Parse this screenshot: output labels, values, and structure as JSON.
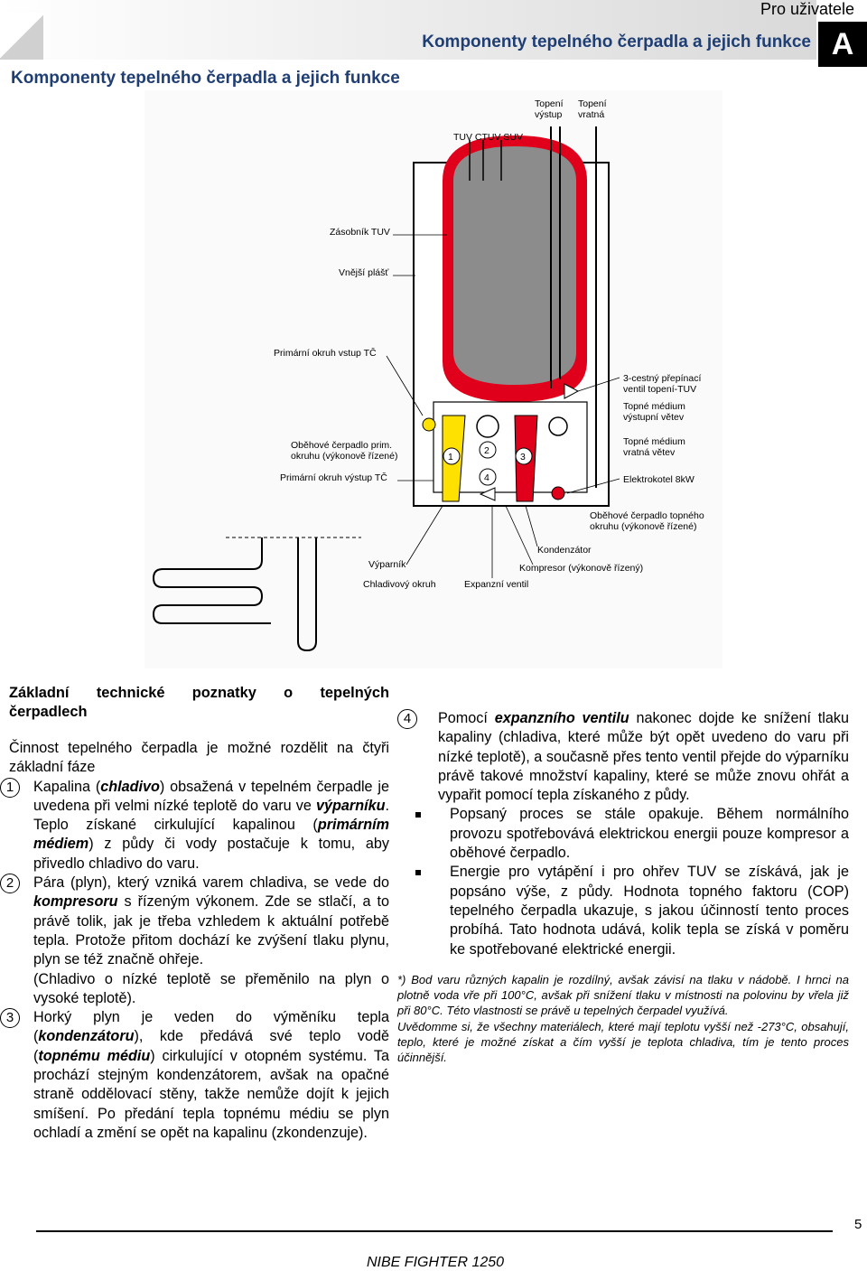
{
  "header": {
    "user_label": "Pro uživatele",
    "title_right": "Komponenty tepelného čerpadla a jejich funkce",
    "section_letter": "A",
    "title_left": "Komponenty tepelného čerpadla a jejich funkce"
  },
  "diagram": {
    "labels": {
      "topeni_vystup": "Topení\nvýstup",
      "topeni_vratna": "Topení\nvratná",
      "tuv_ctuv_suv": "TUV CTUV SUV",
      "zasobnik": "Zásobník TUV",
      "vnejsi_plast": "Vnější plášť",
      "prim_vstup": "Primární okruh vstup TČ",
      "obeh_prim": "Oběhové čerpadlo prim.\nokruhu (výkonově řízené)",
      "prim_vystup": "Primární okruh výstup TČ",
      "ventil": "3-cestný přepínací\nventil topení-TUV",
      "topne_vystupni": "Topné médium\nvýstupní větev",
      "topne_vratna": "Topné médium\nvratná větev",
      "elektrokotel": "Elektrokotel 8kW",
      "obeh_topne": "Oběhové čerpadlo topného\nokruhu (výkonově řízené)",
      "kondenzator": "Kondenzátor",
      "kompresor": "Kompresor (výkonově řízený)",
      "vyparnik": "Výparník",
      "chladivovy": "Chladivový okruh",
      "expanzni": "Expanzní ventil",
      "n1": "1",
      "n2": "2",
      "n3": "3",
      "n4": "4"
    }
  },
  "left": {
    "heading_line1": "Základní technické poznatky o tepelných",
    "heading_line2": "čerpadlech",
    "intro": "Činnost tepelného čerpadla je možné rozdělit na čtyři základní fáze",
    "s1": {
      "num": "1",
      "t1": "Kapalina (",
      "b1": "chladivo",
      "t2": ") obsažená v tepelném čerpadle je uvedena při velmi nízké teplotě do varu ve ",
      "b2": "výparníku",
      "t3": ". Teplo získané cirkulující kapalinou (",
      "b3": "primárním médiem",
      "t4": ") z půdy či vody postačuje k tomu, aby přivedlo chladivo do varu."
    },
    "s2": {
      "num": "2",
      "t1": "Pára (plyn), který vzniká varem chladiva, se vede do ",
      "b1": "kompresoru",
      "t2": " s řízeným výkonem. Zde se stlačí, a to právě tolik, jak je třeba vzhledem k aktuální potřebě tepla. Protože přitom dochází ke zvýšení tlaku plynu, plyn se též značně ohřeje.",
      "t3": "(Chladivo o nízké teplotě se přeměnilo na plyn o vysoké teplotě)."
    },
    "s3": {
      "num": "3",
      "t1": "Horký plyn je veden do výměníku tepla (",
      "b1": "kondenzátoru",
      "t2": "), kde předává své teplo vodě (",
      "b2": "topnému médiu",
      "t3": ") cirkulující v otopném systému. Ta prochází stejným kondenzátorem, avšak na opačné straně oddělovací stěny, takže nemůže dojít k jejich smíšení. Po předání tepla topnému médiu se plyn ochladí a změní se opět na kapalinu (zkondenzuje)."
    }
  },
  "right": {
    "s4": {
      "num": "4",
      "t1": "Pomocí ",
      "b1": "expanzního ventilu",
      "t2": " nakonec dojde ke snížení tlaku kapaliny (chladiva, které může být opět uvedeno do varu při nízké teplotě), a současně přes tento ventil přejde do výparníku právě takové množství kapaliny, které se může znovu ohřát a vypařit pomocí tepla získaného z půdy."
    },
    "bullets": [
      "Popsaný proces se stále opakuje. Během normálního provozu spotřebovává elektrickou energii pouze kompresor a oběhové čerpadlo.",
      "Energie pro vytápění i pro ohřev TUV se získává, jak je popsáno výše, z půdy. Hodnota topného faktoru (COP) tepelného čerpadla ukazuje, s jakou účinností tento proces probíhá. Tato hodnota udává, kolik tepla se získá v poměru ke spotřebované elektrické energii."
    ],
    "note1": "*) Bod varu různých kapalin je rozdílný, avšak závisí na tlaku v nádobě. I hrnci na plotně voda vře při 100°C, avšak při snížení tlaku v místnosti na polovinu by vřela již při 80°C. Této vlastnosti se právě u tepelných čerpadel využívá.",
    "note2": "Uvědomme si, že všechny materiálech, které mají teplotu vyšší než -273°C, obsahují, teplo, které je možné získat a čím vyšší je teplota chladiva, tím je tento proces účinnější."
  },
  "footer": {
    "page": "5",
    "model": "NIBE FIGHTER 1250"
  }
}
